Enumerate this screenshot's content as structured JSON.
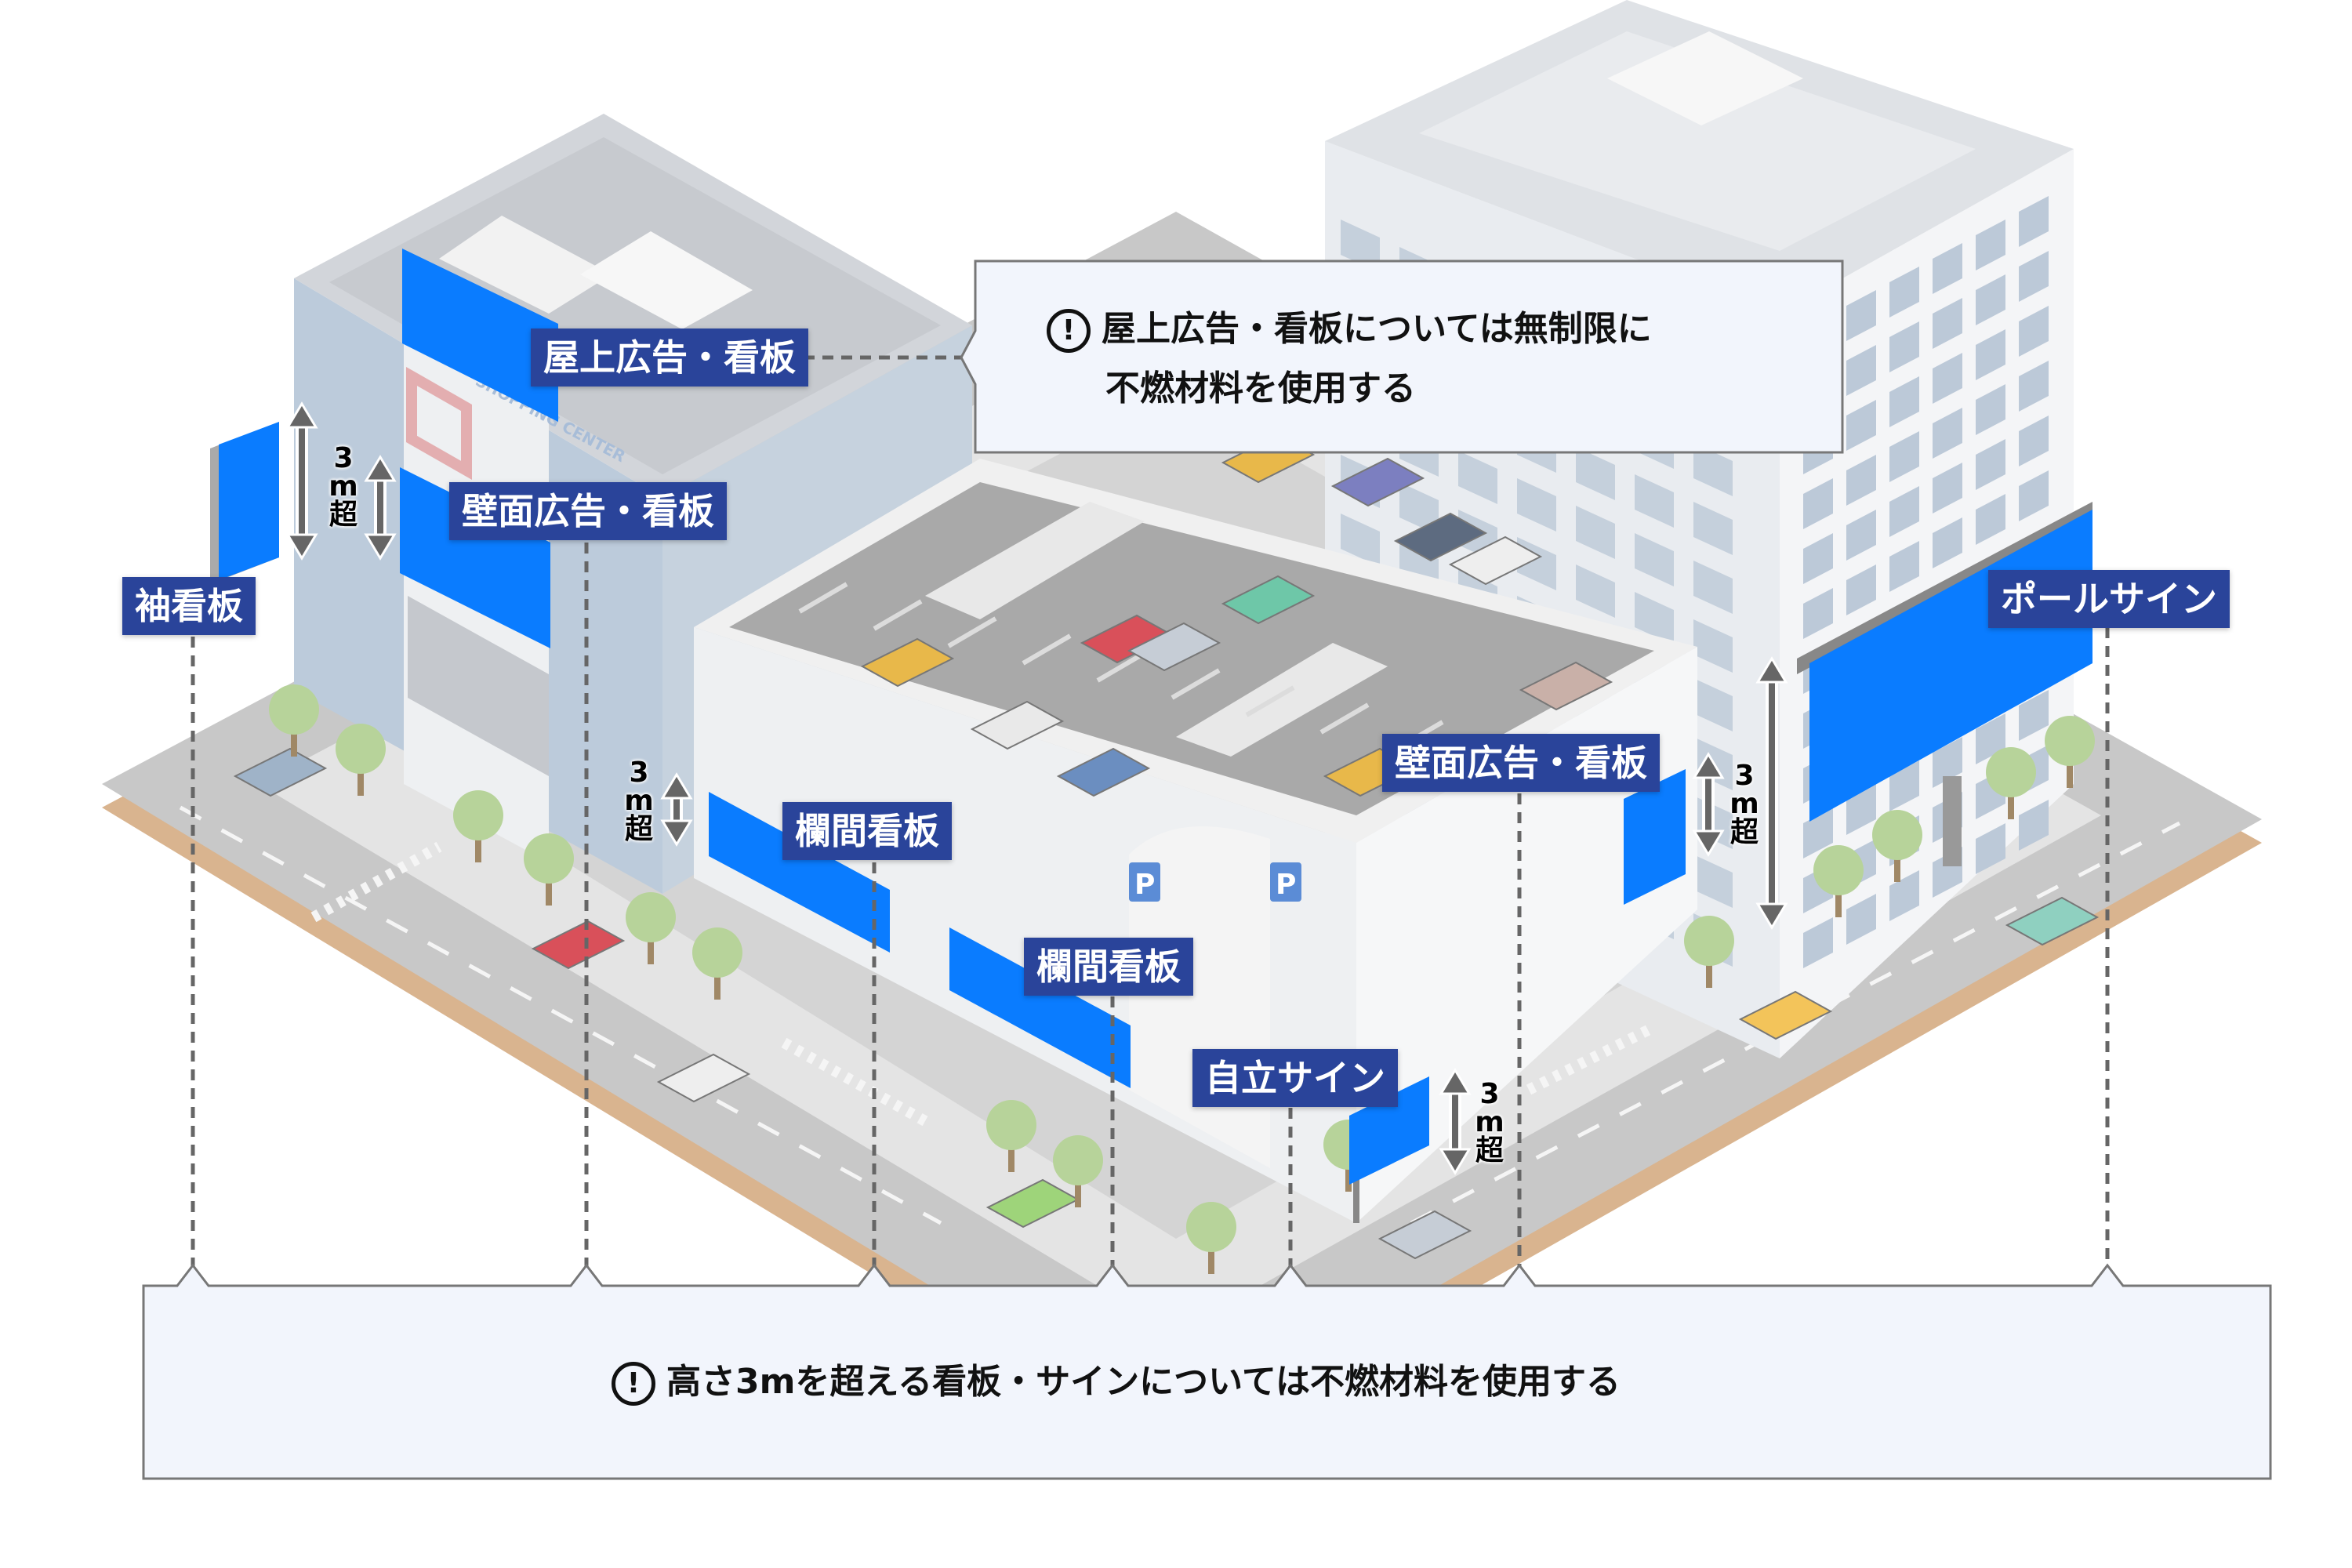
{
  "labels": {
    "rooftop": "屋上広告・看板",
    "wall_left": "壁面広告・看板",
    "projecting": "袖看板",
    "transom_1": "欄間看板",
    "transom_2": "欄間看板",
    "freestanding": "自立サイン",
    "wall_right": "壁面広告・看板",
    "pole": "ポールサイン"
  },
  "height_marker": {
    "line1": "3",
    "line2": "m",
    "line3": "超"
  },
  "rooftop_note": {
    "icon": "exclamation-circle-icon",
    "line1": "屋上広告・看板については無制限に",
    "line2": "不燃材料を使用する"
  },
  "height_note": {
    "icon": "exclamation-circle-icon",
    "text": "高さ3mを超える看板・サインについては不燃材料を使用する"
  },
  "building_logo": "SHOPPING CENTER",
  "parking_sign": "P",
  "colors": {
    "sign_blue": "#0a7cff",
    "label_navy": "#2a449a",
    "note_bg": "#f2f5fc"
  }
}
